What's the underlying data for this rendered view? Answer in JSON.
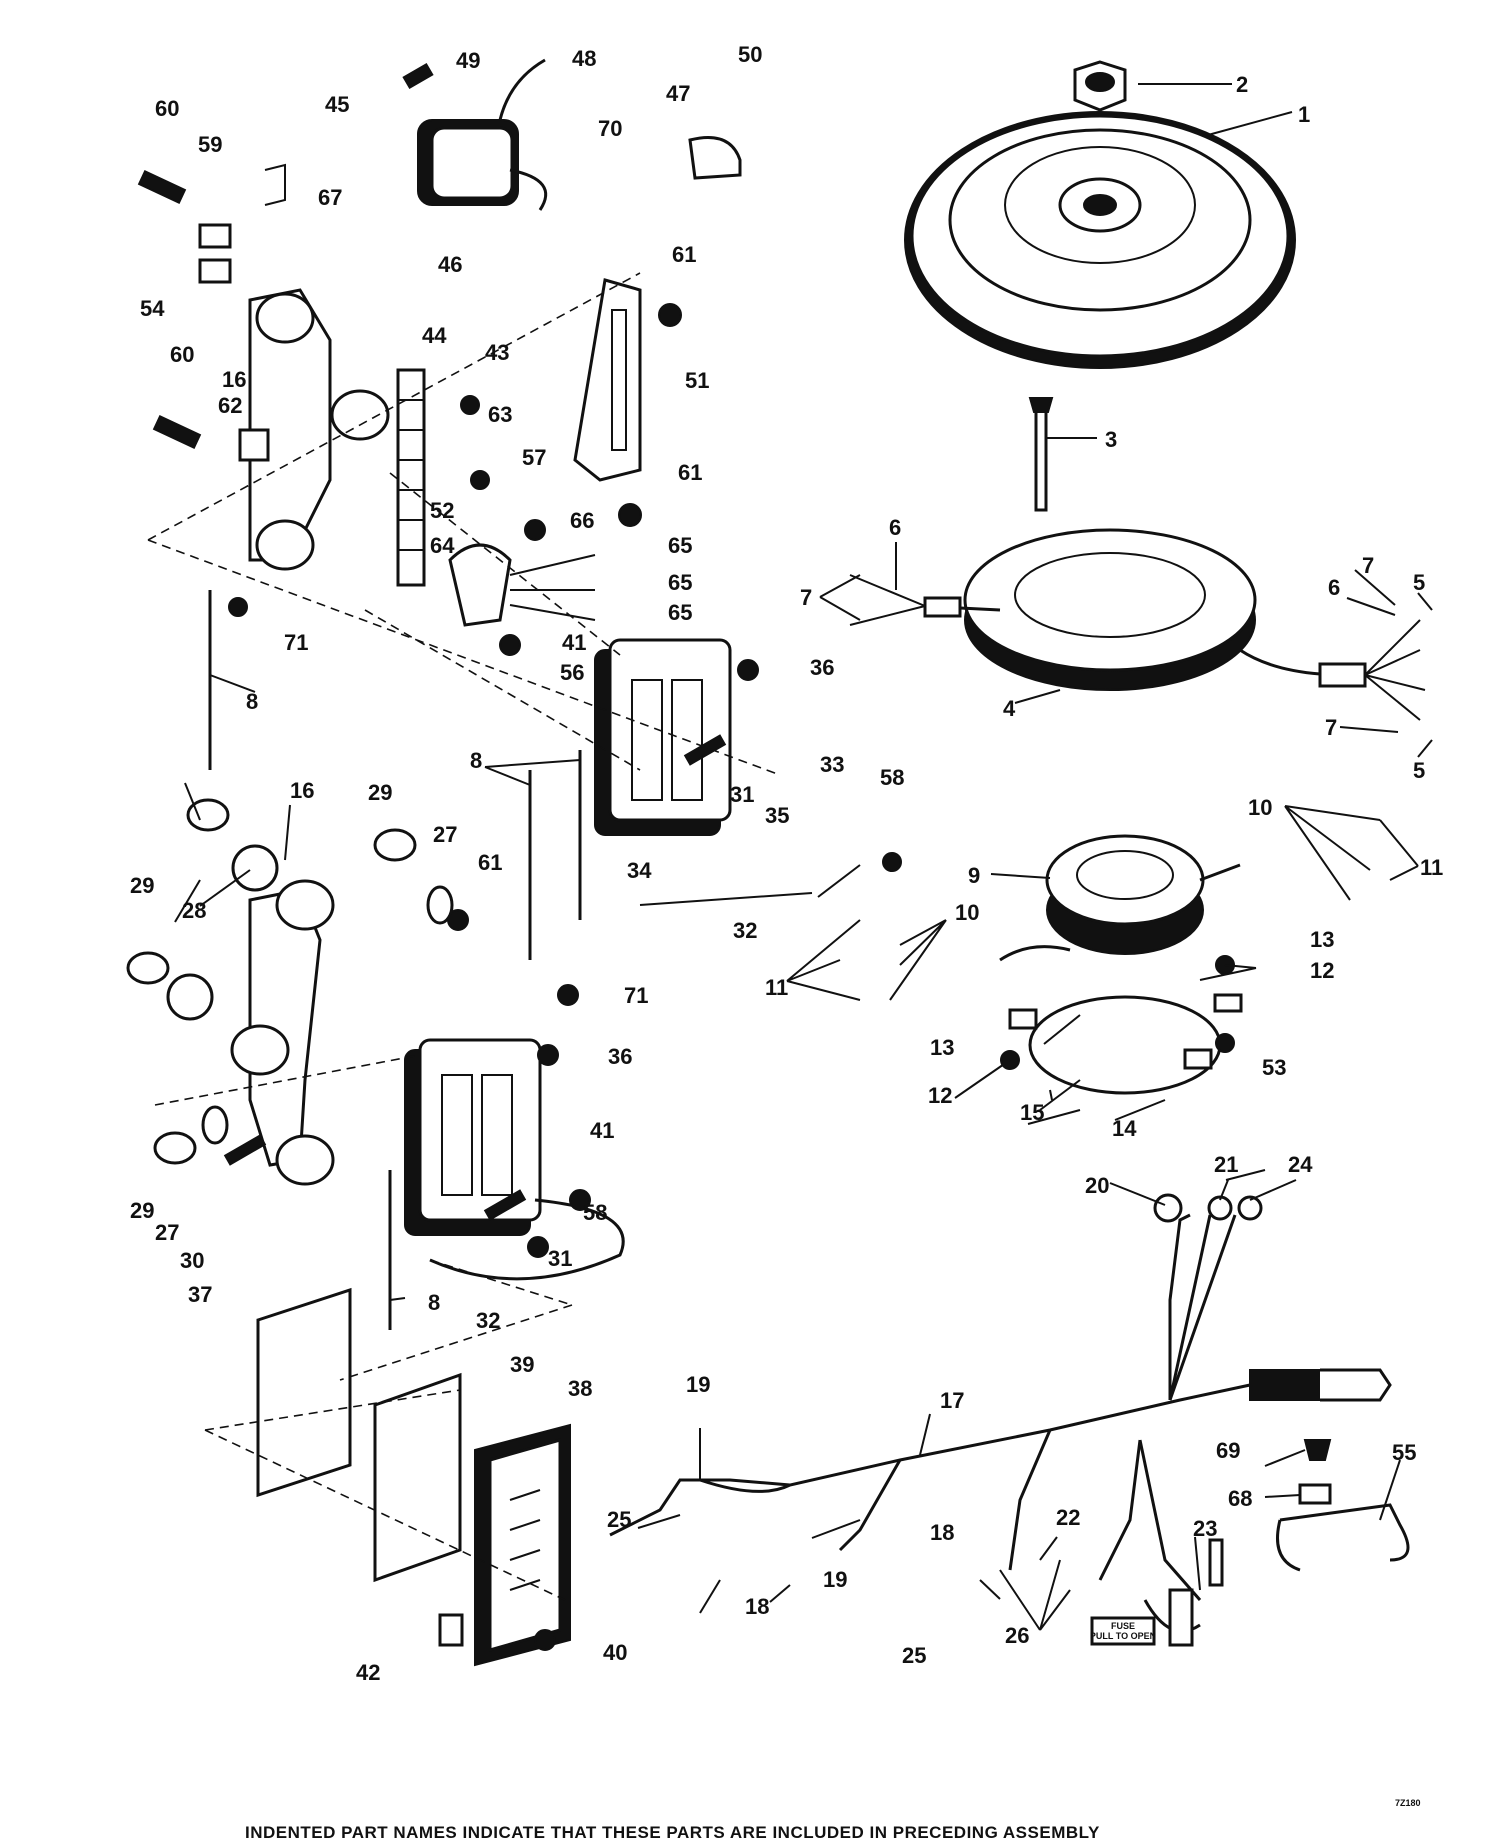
{
  "diagram": {
    "image_code": "7Z180",
    "footer_note": "INDENTED PART NAMES INDICATE THAT THESE PARTS ARE INCLUDED IN PRECEDING ASSEMBLY",
    "fuse_label": "FUSE\nPULL TO OPEN",
    "callouts": [
      "1",
      "2",
      "3",
      "4",
      "5",
      "6",
      "7",
      "8",
      "9",
      "10",
      "11",
      "12",
      "13",
      "14",
      "15",
      "16",
      "17",
      "18",
      "19",
      "20",
      "21",
      "22",
      "23",
      "24",
      "25",
      "26",
      "27",
      "28",
      "29",
      "30",
      "31",
      "32",
      "33",
      "34",
      "35",
      "36",
      "37",
      "38",
      "39",
      "40",
      "41",
      "42",
      "43",
      "44",
      "45",
      "46",
      "47",
      "48",
      "49",
      "50",
      "51",
      "52",
      "53",
      "54",
      "55",
      "56",
      "57",
      "58",
      "59",
      "60",
      "61",
      "62",
      "63",
      "64",
      "65",
      "66",
      "67",
      "68",
      "69",
      "70",
      "71"
    ]
  }
}
